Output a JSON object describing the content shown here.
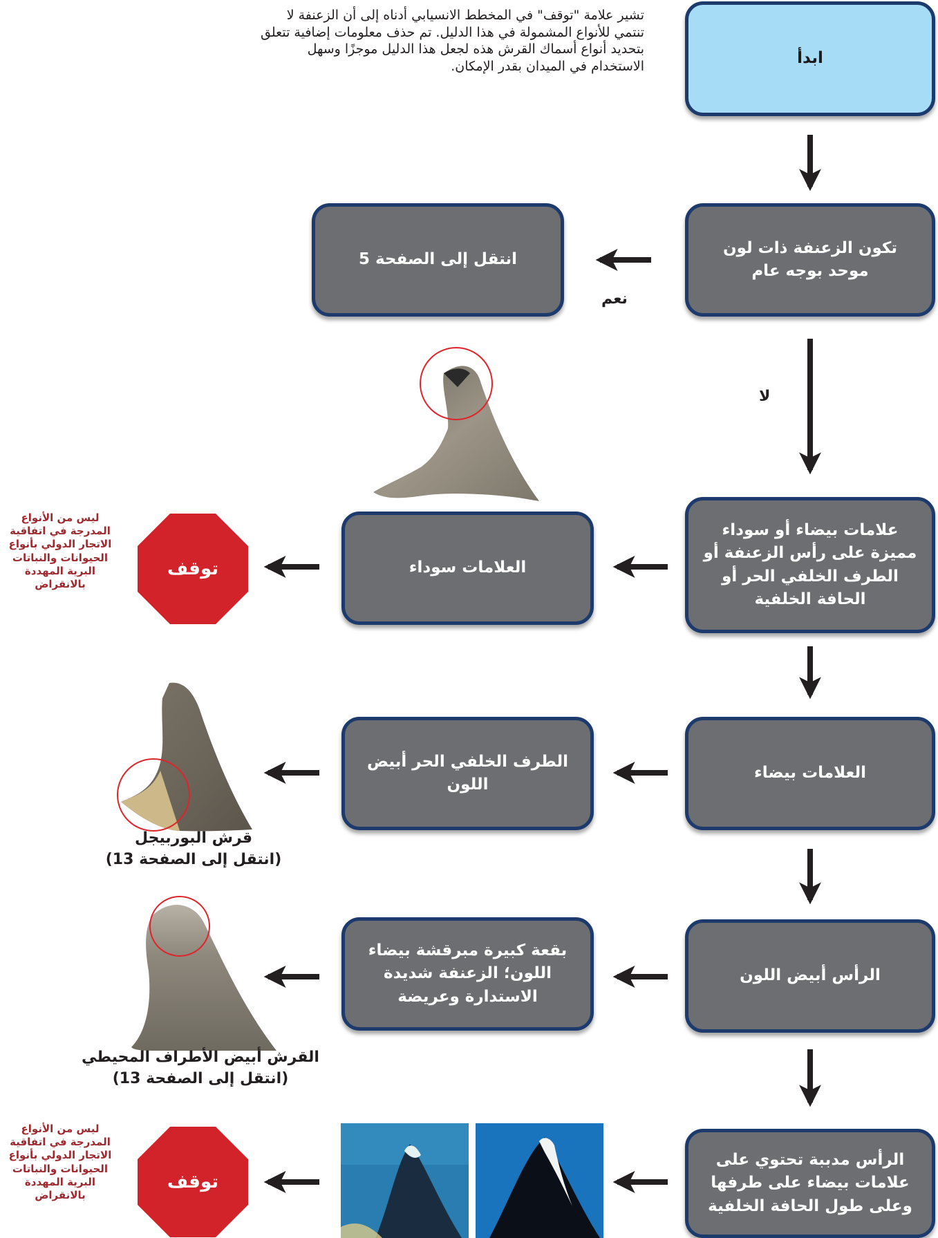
{
  "intro_text": "تشير علامة \"توقف\" في المخطط الانسيابي أدناه إلى أن الزعنفة لا تنتمي للأنواع المشمولة في هذا الدليل. تم حذف معلومات إضافية تتعلق بتحديد أنواع أسماك القرش هذه لجعل هذا الدليل موجزًا وسهل الاستخدام في الميدان بقدر الإمكان.",
  "nodes": {
    "start": "ابدأ",
    "uniform_color": "تكون الزعنفة ذات لون موحد بوجه عام",
    "go_page_5": "انتقل إلى الصفحة 5",
    "distinct_markings": "علامات بيضاء أو سوداء مميزة على رأس الزعنفة أو الطرف الخلفي الحر أو الحافة الخلفية",
    "black_markings": "العلامات سوداء",
    "white_markings": "العلامات بيضاء",
    "free_tip_white": "الطرف الخلفي الحر أبيض اللون",
    "apex_white": "الرأس أبيض اللون",
    "large_mottled_patch": "بقعة كبيرة مبرقشة بيضاء اللون؛ الزعنفة شديدة الاستدارة وعريضة",
    "pointed_apex": "الرأس مدببة تحتوي على علامات بيضاء على طرفها وعلى طول الحافة الخلفية"
  },
  "edge_labels": {
    "yes": "نعم",
    "no": "لا"
  },
  "stop_signs": {
    "stop_1": "توقف",
    "stop_2": "توقف"
  },
  "stop_notes": {
    "note_1": "ليس من الأنواع المدرجة في اتفاقية الاتجار الدولي بأنواع الحيوانات والنباتات البرية المهددة بالانقراض",
    "note_2": "ليس من الأنواع المدرجة في اتفاقية الاتجار الدولي بأنواع الحيوانات والنباتات البرية المهددة بالانقراض"
  },
  "species": {
    "porbeagle_name": "قرش البوربيجل",
    "porbeagle_page": "(انتقل إلى الصفحة 13)",
    "oceanic_whitetip_name": "القرش أبيض الأطراف المحيطي",
    "oceanic_whitetip_page": "(انتقل إلى الصفحة 13)"
  },
  "colors": {
    "box_fill": "#6d6e71",
    "box_border": "#1d3a6d",
    "start_fill": "#a7dcf7",
    "stop_red": "#d2232a",
    "highlight_circle": "#e0242b",
    "note_text": "#9e2a2f"
  }
}
